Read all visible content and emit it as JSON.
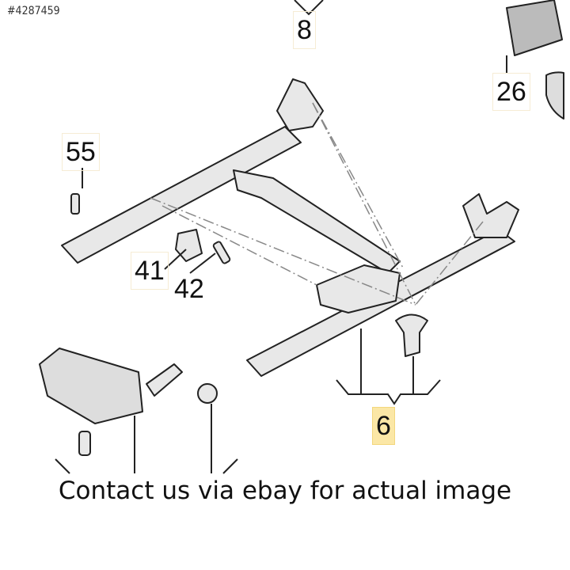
{
  "image_id_label": "#4287459",
  "callouts": {
    "c8": "8",
    "c26": "26",
    "c55": "55",
    "c41": "41",
    "c42": "42",
    "c6": "6"
  },
  "caption": "Contact us via ebay for actual image",
  "colors": {
    "highlight": "#fbe7a6",
    "line": "#222222",
    "part_fill": "#e6e6e6"
  }
}
